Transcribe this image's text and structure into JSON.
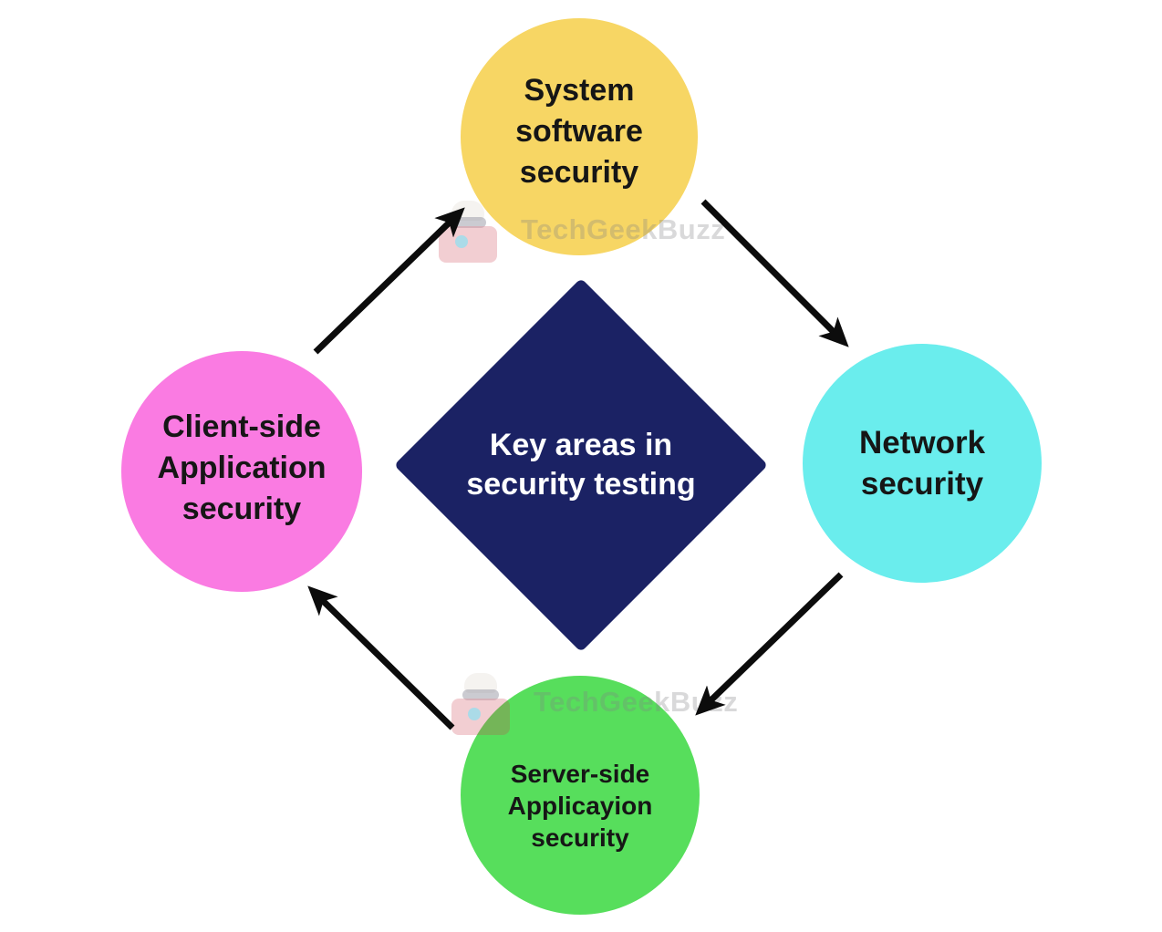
{
  "title": "Key areas in security testing",
  "center": {
    "label": "Key areas in\nsecurity testing",
    "shape": "diamond",
    "bg_color": "#1B2264",
    "text_color": "#FFFFFF"
  },
  "nodes": [
    {
      "id": "system-software-security",
      "position": "top",
      "label": "System\nsoftware\nsecurity",
      "bg_color": "#F7D664",
      "text_color": "#161616"
    },
    {
      "id": "network-security",
      "position": "right",
      "label": "Network\nsecurity",
      "bg_color": "#6AEDED",
      "text_color": "#161616"
    },
    {
      "id": "server-side-application-security",
      "position": "bottom",
      "label": "Server-side\nApplicayion\nsecurity",
      "bg_color": "#57DE5C",
      "text_color": "#161616"
    },
    {
      "id": "client-side-application-security",
      "position": "left",
      "label": "Client-side\nApplication\nsecurity",
      "bg_color": "#FA7BE2",
      "text_color": "#161616"
    }
  ],
  "arrows": {
    "color": "#0C0C0C",
    "connections": [
      {
        "from": "client-side-application-security",
        "to": "system-software-security"
      },
      {
        "from": "system-software-security",
        "to": "network-security"
      },
      {
        "from": "network-security",
        "to": "server-side-application-security"
      },
      {
        "from": "server-side-application-security",
        "to": "client-side-application-security"
      }
    ]
  },
  "watermark": {
    "text": "TechGeekBuzz"
  }
}
